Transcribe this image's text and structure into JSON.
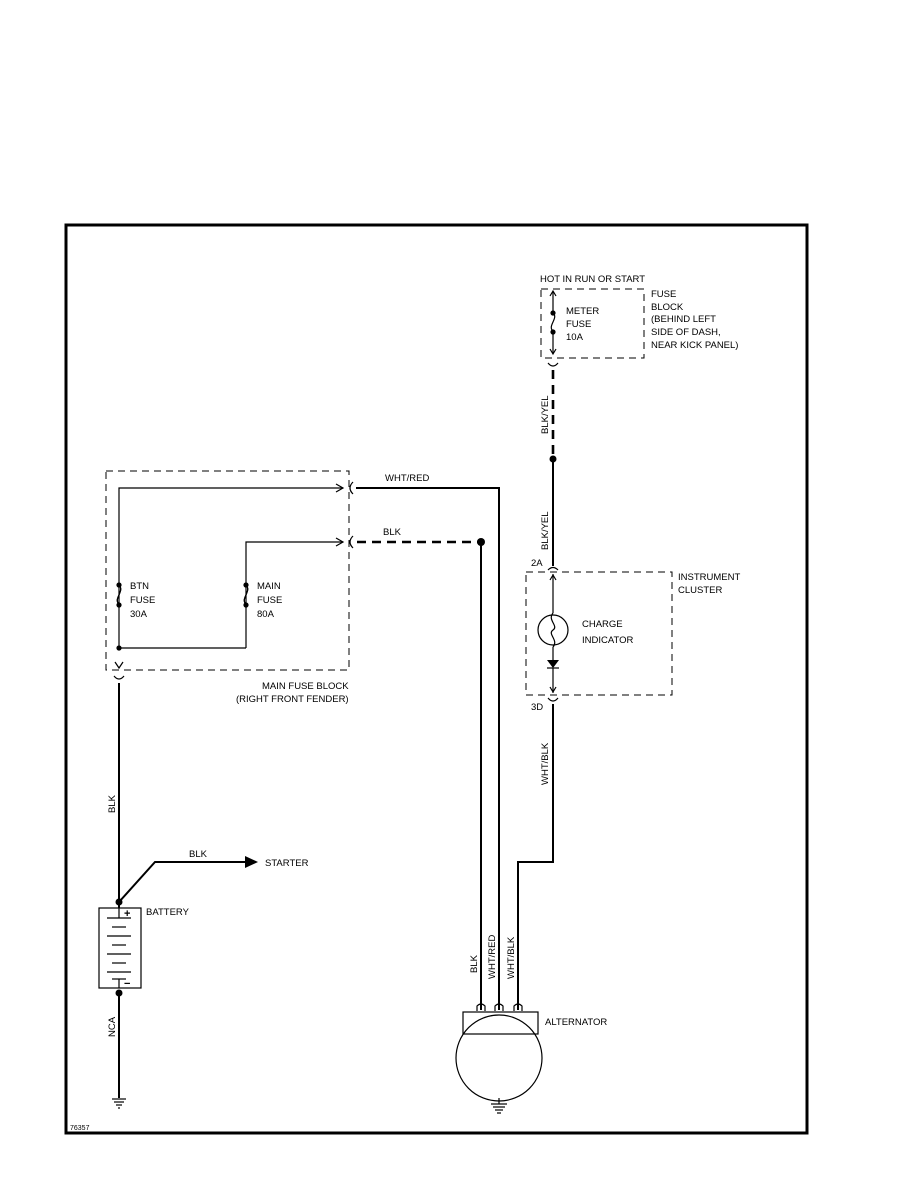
{
  "title": "",
  "labels": {
    "hot_in_run": "HOT IN RUN OR START",
    "fuse_block": [
      "FUSE",
      "BLOCK",
      "(BEHIND LEFT",
      "SIDE OF DASH,",
      "NEAR KICK PANEL)"
    ],
    "meter_fuse": [
      "METER",
      "FUSE",
      "10A"
    ],
    "wire_blk_yel": "BLK/YEL",
    "wire_wht_red": "WHT/RED",
    "wire_blk": "BLK",
    "wire_wht_blk": "WHT/BLK",
    "wire_nca": "NCA",
    "conn_2a": "2A",
    "conn_3d": "3D",
    "instrument_cluster": [
      "INSTRUMENT",
      "CLUSTER"
    ],
    "charge_indicator": [
      "CHARGE",
      "INDICATOR"
    ],
    "btn_fuse": [
      "BTN",
      "FUSE",
      "30A"
    ],
    "main_fuse": [
      "MAIN",
      "FUSE",
      "80A"
    ],
    "main_fuse_block": [
      "MAIN FUSE BLOCK",
      "(RIGHT FRONT FENDER)"
    ],
    "starter": "STARTER",
    "battery": "BATTERY",
    "battery_plus": "+",
    "battery_minus": "−",
    "alternator": "ALTERNATOR",
    "figure_id": "76357"
  }
}
